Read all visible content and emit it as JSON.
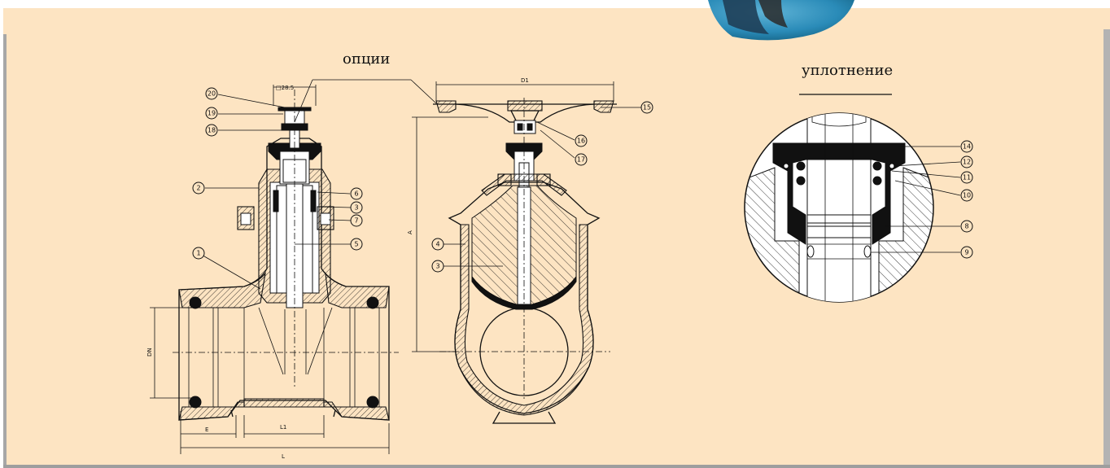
{
  "labels": {
    "options": "опции",
    "seal": "уплотнение"
  },
  "dimensions": {
    "d1": "D1",
    "a": "A",
    "dn": "DN",
    "e": "E",
    "l1": "L1",
    "l": "L",
    "square": "□28.5"
  },
  "callouts": [
    "1",
    "2",
    "3",
    "4",
    "5",
    "6",
    "7",
    "8",
    "9",
    "10",
    "11",
    "12",
    "14",
    "15",
    "16",
    "17",
    "18",
    "19",
    "20"
  ]
}
